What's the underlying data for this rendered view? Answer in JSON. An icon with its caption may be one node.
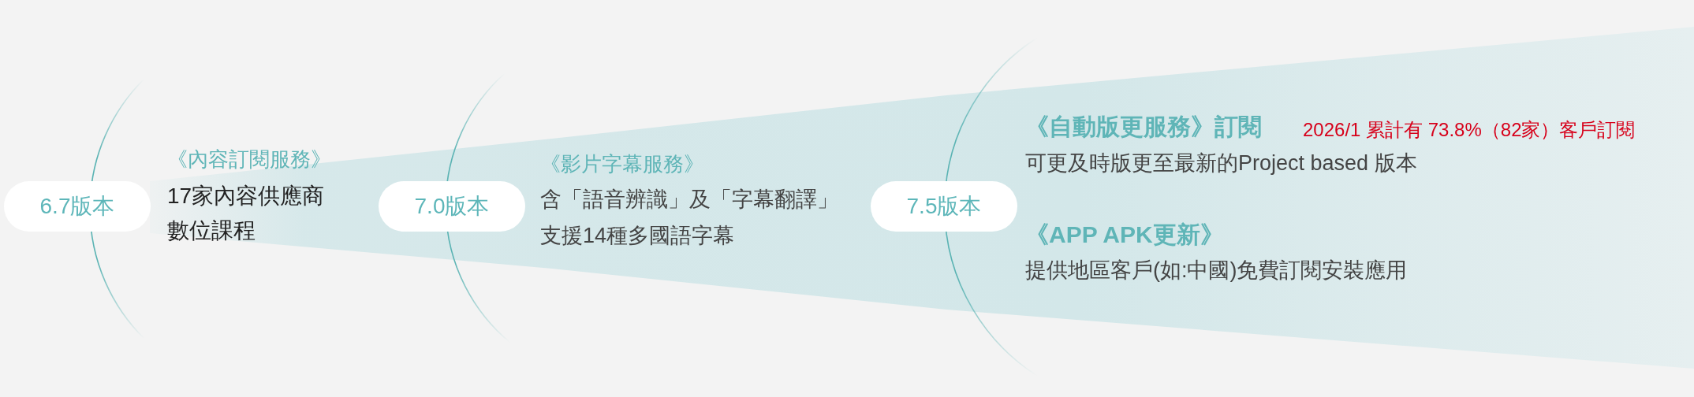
{
  "diagram": {
    "nodes": [
      {
        "text": [
          "6.7版本"
        ],
        "beside": [
          "《內容訂閱服務》",
          "17家內容供應商",
          "數位課程"
        ]
      },
      {
        "text": [
          "7.0版本"
        ],
        "beside": [
          "《影片字幕服務》",
          "含「語音辨識」及「字幕翻譯」",
          "支援14種多國語字幕"
        ]
      },
      {
        "text": [
          "7.5版本"
        ],
        "beside": [
          "《自動版更服務》訂閱",
          "2026/1 累計有 73.8%（82家）客戶訂閱",
          "可更及時版更至最新的Project based 版本",
          "《APP APK更新》",
          "提供地區客戶(如:中國)免費訂閱安裝應用"
        ]
      }
    ]
  }
}
